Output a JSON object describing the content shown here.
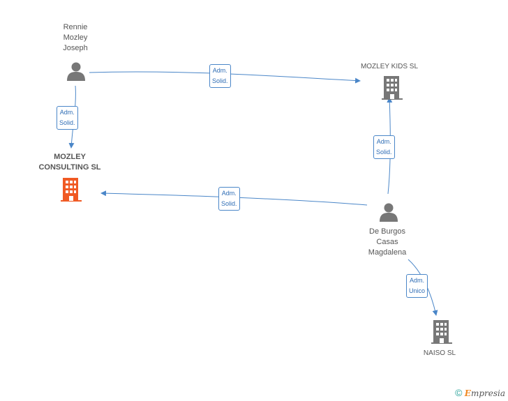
{
  "people": {
    "rennie": {
      "line1": "Rennie",
      "line2": "Mozley",
      "line3": "Joseph"
    },
    "deburgos": {
      "line1": "De Burgos",
      "line2": "Casas",
      "line3": "Magdalena"
    }
  },
  "companies": {
    "mozley_consulting": {
      "line1": "MOZLEY",
      "line2": "CONSULTING SL",
      "color": "#f05a24"
    },
    "mozley_kids": {
      "name": "MOZLEY KIDS SL",
      "color": "#777777"
    },
    "naiso": {
      "name": "NAISO SL",
      "color": "#777777"
    }
  },
  "edges": {
    "rennie_kids": {
      "line1": "Adm.",
      "line2": "Solid."
    },
    "rennie_consulting": {
      "line1": "Adm.",
      "line2": "Solid."
    },
    "deburgos_kids": {
      "line1": "Adm.",
      "line2": "Solid."
    },
    "deburgos_consulting": {
      "line1": "Adm.",
      "line2": "Solid."
    },
    "deburgos_naiso": {
      "line1": "Adm.",
      "line2": "Unico"
    }
  },
  "footer": {
    "copyright": "©",
    "brand_initial": "E",
    "brand_rest": "mpresia"
  },
  "colors": {
    "edge": "#4a86c8",
    "person_icon": "#777777",
    "highlight_company": "#f05a24"
  }
}
